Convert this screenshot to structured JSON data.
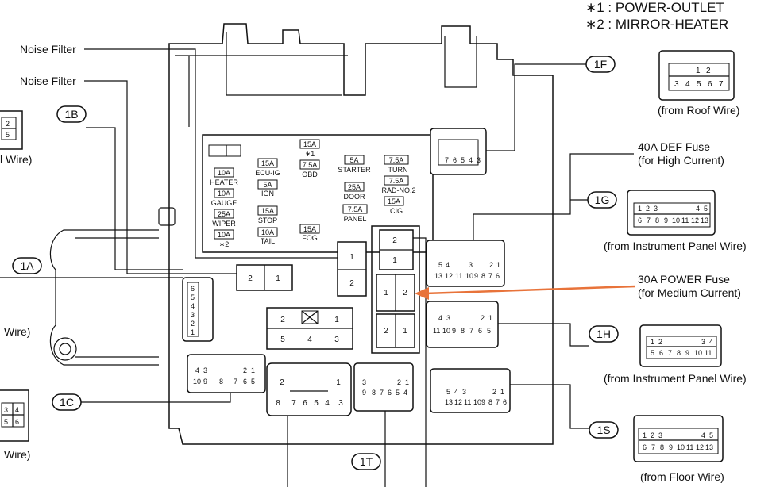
{
  "legend": {
    "note1": "∗1 : POWER-OUTLET",
    "note2": "∗2 : MIRROR-HEATER"
  },
  "callouts": {
    "noise_filter_1": "Noise Filter",
    "noise_filter_2": "Noise Filter",
    "c_1B": "1B",
    "c_1A": "1A",
    "c_1C": "1C",
    "c_1F": "1F",
    "c_1G": "1G",
    "c_1H": "1H",
    "c_1S": "1S",
    "c_1T": "1T",
    "def_fuse_1": "40A DEF Fuse",
    "def_fuse_2": "(for High Current)",
    "power_fuse_1": "30A POWER Fuse",
    "power_fuse_2": "(for Medium Current)",
    "from_roof": "(from Roof Wire)",
    "from_ip_1": "(from Instrument Panel Wire)",
    "from_ip_2": "(from Instrument Panel Wire)",
    "from_floor": "(from Floor Wire)",
    "wire_1": "l Wire)",
    "wire_2": "Wire)",
    "wire_3": "Wire)"
  },
  "fuses": {
    "f1_amp": "15A",
    "f1_name": "∗1",
    "f2_amp": "15A",
    "f2_name": "ECU-IG",
    "f3_amp": "7.5A",
    "f3_name": "OBD",
    "f4_amp": "5A",
    "f4_name": "STARTER",
    "f5_amp": "7.5A",
    "f5_name": "TURN",
    "f6_amp": "10A",
    "f6_name": "HEATER",
    "f7_amp": "5A",
    "f7_name": "IGN",
    "f8_amp": "25A",
    "f8_name": "DOOR",
    "f9_amp": "7.5A",
    "f9_name": "RAD-NO.2",
    "f10_amp": "10A",
    "f10_name": "GAUGE",
    "f11_amp": "15A",
    "f11_name": "CIG",
    "f12_amp": "25A",
    "f12_name": "WIPER",
    "f13_amp": "15A",
    "f13_name": "STOP",
    "f14_amp": "7.5A",
    "f14_name": "PANEL",
    "f15_amp": "10A",
    "f15_name": "∗2",
    "f16_amp": "10A",
    "f16_name": "TAIL",
    "f17_amp": "15A",
    "f17_name": "FOG"
  },
  "relays": {
    "r1_a": "1",
    "r1_b": "2",
    "r2_a": "2",
    "r2_b": "1",
    "r3_a": "2",
    "r3_b": "1",
    "r4_a": "1",
    "r4_b": "2",
    "r5_a": "2",
    "r5_b": "1",
    "r6_a": "2",
    "r6_b": "1",
    "r6_c": "5",
    "r6_d": "4",
    "r6_e": "3"
  },
  "connectors": {
    "c1F_pins": [
      "7",
      "6",
      "5",
      "4",
      "3"
    ],
    "roof_top": [
      "1",
      "2"
    ],
    "roof_bottom": [
      "3",
      "4",
      "5",
      "6",
      "7"
    ],
    "ip1_top": [
      "1",
      "2",
      "3",
      "4",
      "5"
    ],
    "ip1_bottom": [
      "6",
      "7",
      "8",
      "9",
      "10",
      "11",
      "12",
      "13"
    ],
    "g_top": [
      "5",
      "4",
      "3",
      "2",
      "1"
    ],
    "g_bottom": [
      "13",
      "12",
      "11",
      "10",
      "9",
      "8",
      "7",
      "6"
    ],
    "h_top": [
      "4",
      "3",
      "2",
      "1"
    ],
    "h_bottom": [
      "11",
      "10",
      "9",
      "8",
      "7",
      "6",
      "5"
    ],
    "ip2_top": [
      "1",
      "2",
      "3",
      "4"
    ],
    "ip2_bottom": [
      "5",
      "6",
      "7",
      "8",
      "9",
      "10",
      "11"
    ],
    "s_top": [
      "5",
      "4",
      "3",
      "2",
      "1"
    ],
    "s_bottom": [
      "13",
      "12",
      "11",
      "10",
      "9",
      "8",
      "7",
      "6"
    ],
    "floor_top": [
      "1",
      "2",
      "3",
      "4",
      "5"
    ],
    "floor_bottom": [
      "6",
      "7",
      "8",
      "9",
      "10",
      "11",
      "12",
      "13"
    ],
    "t_top": [
      "3",
      "2",
      "1"
    ],
    "t_bottom": [
      "9",
      "8",
      "7",
      "6",
      "5",
      "4"
    ],
    "big_top": [
      "2",
      "1"
    ],
    "big_bottom": [
      "8",
      "7",
      "6",
      "5",
      "4",
      "3"
    ],
    "a_pins": [
      "6",
      "5",
      "4",
      "3",
      "2",
      "1"
    ],
    "b_top": [
      "4",
      "3",
      "2",
      "1"
    ],
    "b_bottom": [
      "10",
      "9",
      "8",
      "7",
      "6",
      "5"
    ],
    "b_side": [
      "2",
      "5"
    ],
    "c_side": [
      "3",
      "4",
      "5",
      "6"
    ]
  },
  "colors": {
    "line": "#111111",
    "arrow": "#e8733a",
    "background": "#ffffff"
  }
}
